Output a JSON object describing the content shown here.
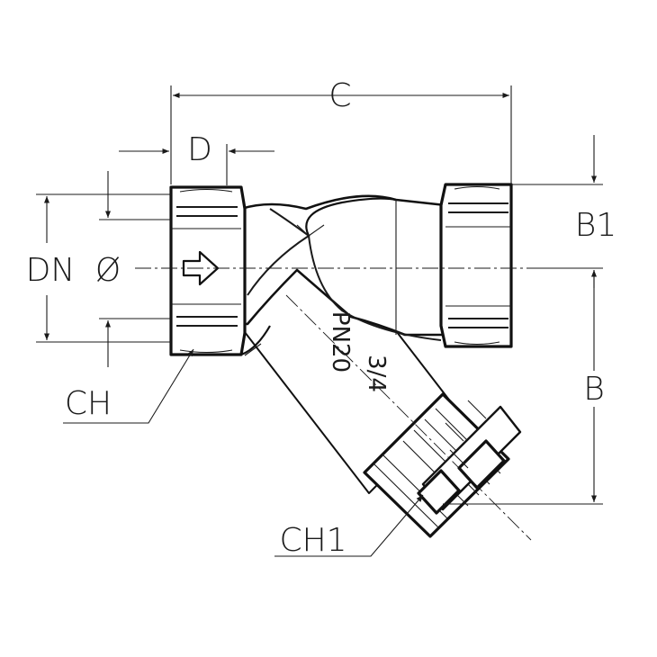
{
  "dimensions": {
    "c": "C",
    "d": "D",
    "b1": "B1",
    "b": "B",
    "dn": "DN",
    "diameter": "Ø",
    "ch": "CH",
    "ch1": "CH1"
  },
  "body_marking": {
    "size": "3/4",
    "pressure": "PN20"
  },
  "colors": {
    "line": "#1a1a1a",
    "background": "#ffffff"
  },
  "icons": [
    "flow-direction-arrow-icon"
  ]
}
